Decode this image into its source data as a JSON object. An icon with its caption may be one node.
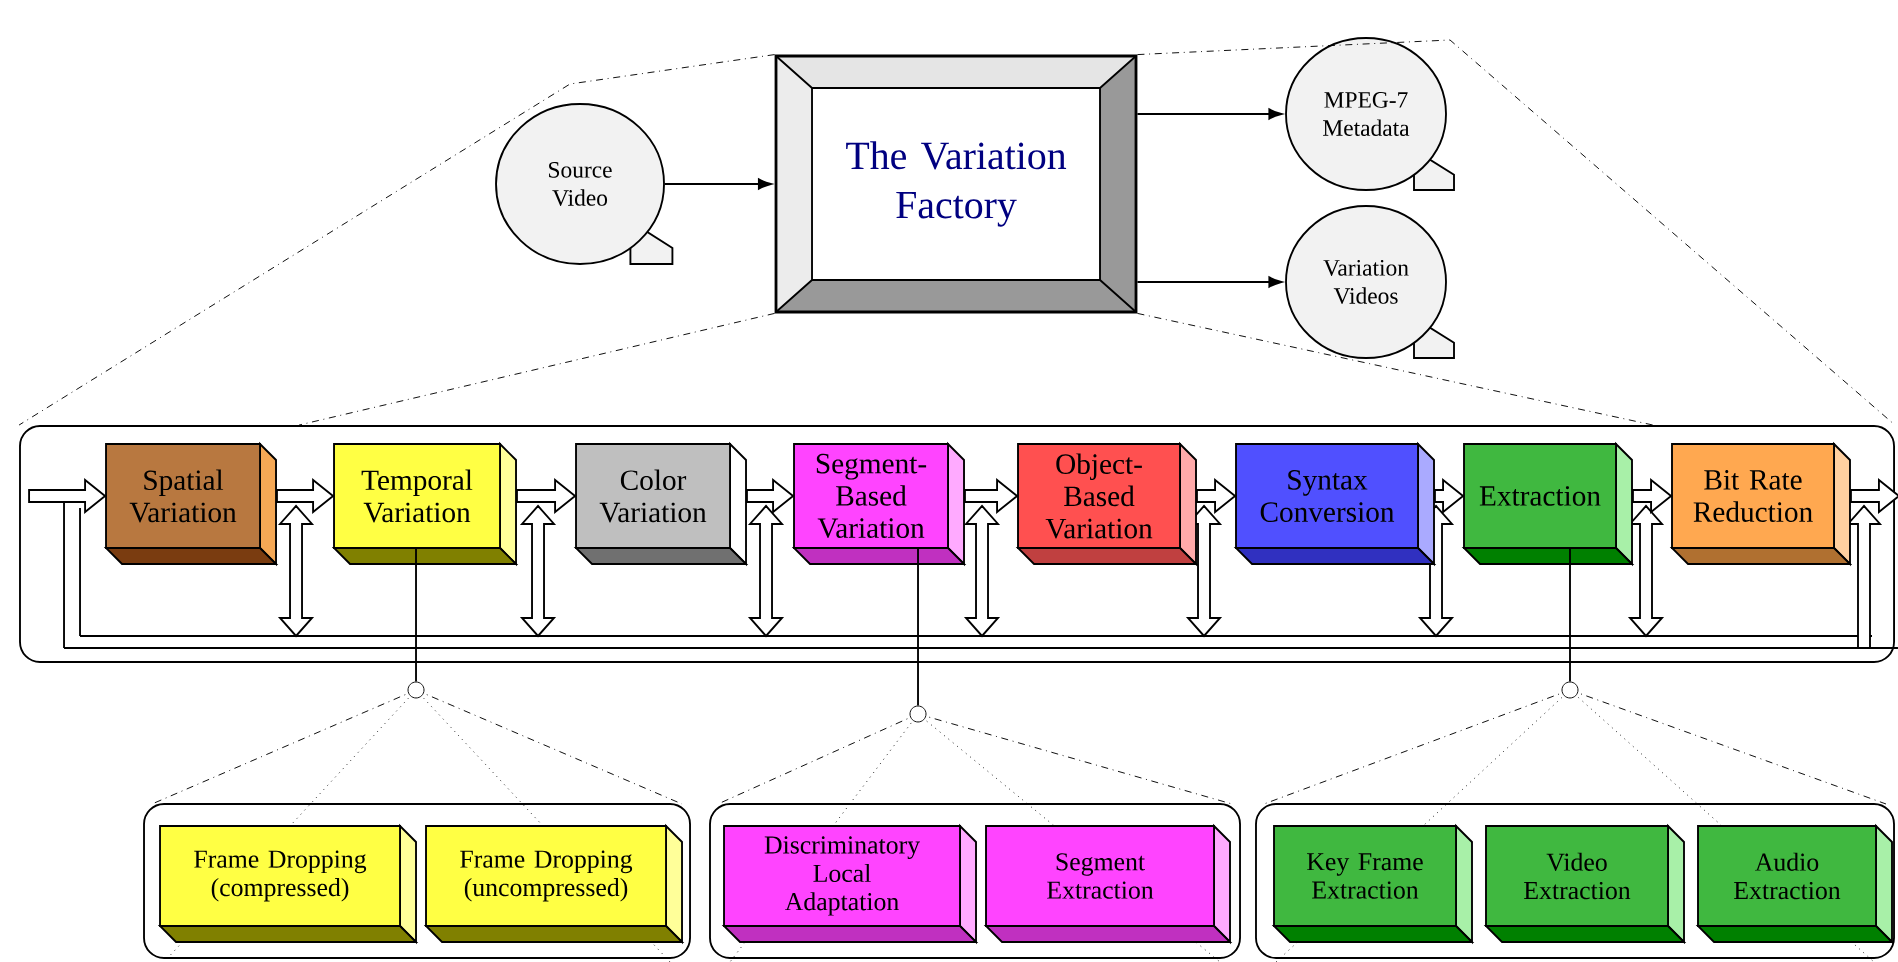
{
  "diagram": {
    "nodes": [
      {
        "text": [
          "Source Video"
        ]
      },
      {
        "text": [
          "The Variation Factory"
        ]
      },
      {
        "text": [
          "MPEG-7 Metadata"
        ]
      },
      {
        "text": [
          "Variation Videos"
        ]
      },
      {
        "text": [],
        "shape": "box"
      },
      {
        "text": [
          "Spatial Variation"
        ],
        "in": 4
      },
      {
        "text": [
          "Temporal Variation"
        ],
        "in": 4
      },
      {
        "text": [
          "Color Variation"
        ],
        "in": 4
      },
      {
        "text": [
          "Segment-Based Variation"
        ],
        "in": 4
      },
      {
        "text": [
          "Object-Based Variation"
        ],
        "in": 4
      },
      {
        "text": [
          "Syntax Conversion"
        ],
        "in": 4
      },
      {
        "text": [
          "Extraction"
        ],
        "in": 4
      },
      {
        "text": [
          "Bit Rate Reduction"
        ],
        "in": 4
      },
      {
        "text": [],
        "shape": "circle"
      },
      {
        "text": [],
        "shape": "circle"
      },
      {
        "text": [],
        "shape": "circle"
      },
      {
        "text": [],
        "shape": "box"
      },
      {
        "text": [
          "Frame Dropping (compressed)"
        ],
        "in": 16
      },
      {
        "text": [
          "Frame Dropping (uncompressed)"
        ],
        "in": 16
      },
      {
        "text": [],
        "shape": "box"
      },
      {
        "text": [
          "Discriminatory Local Adaptation"
        ],
        "in": 19
      },
      {
        "text": [
          "Segment Extraction"
        ],
        "in": 19
      },
      {
        "text": [],
        "shape": "box"
      },
      {
        "text": [
          "Key Frame Extraction"
        ],
        "in": 22
      },
      {
        "text": [
          "Video Extraction"
        ],
        "in": 22
      },
      {
        "text": [
          "Audio Extraction"
        ],
        "in": 22
      }
    ],
    "edges": [
      {
        "from": 0,
        "to": 1,
        "arrow": "to"
      },
      {
        "from": 1,
        "to": 2,
        "arrow": "to"
      },
      {
        "from": 1,
        "to": 3,
        "arrow": "to"
      },
      {
        "from": null,
        "to": 5,
        "arrow": "to",
        "style": "thick"
      },
      {
        "from": 5,
        "to": 6,
        "arrow": "to",
        "style": "thick"
      },
      {
        "from": 6,
        "to": 7,
        "arrow": "to",
        "style": "thick"
      },
      {
        "from": 7,
        "to": 8,
        "arrow": "to",
        "style": "thick"
      },
      {
        "from": 8,
        "to": 9,
        "arrow": "to",
        "style": "thick"
      },
      {
        "from": 9,
        "to": 10,
        "arrow": "to",
        "style": "thick"
      },
      {
        "from": 10,
        "to": 11,
        "arrow": "to",
        "style": "thick"
      },
      {
        "from": 11,
        "to": 12,
        "arrow": "to",
        "style": "thick"
      },
      {
        "from": 12,
        "to": null,
        "arrow": "to",
        "style": "thick"
      },
      {
        "from": 1,
        "to": 4,
        "arrow": "none",
        "style": "dashed"
      },
      {
        "from": 1,
        "to": 4,
        "arrow": "none",
        "style": "dashed"
      },
      {
        "from": 1,
        "to": 4,
        "arrow": "none",
        "style": "dashed"
      },
      {
        "from": 1,
        "to": 4,
        "arrow": "none",
        "style": "dashed"
      },
      {
        "from": 6,
        "to": 13,
        "arrow": "none"
      },
      {
        "from": 8,
        "to": 14,
        "arrow": "none"
      },
      {
        "from": 11,
        "to": 15,
        "arrow": "none"
      }
    ]
  }
}
